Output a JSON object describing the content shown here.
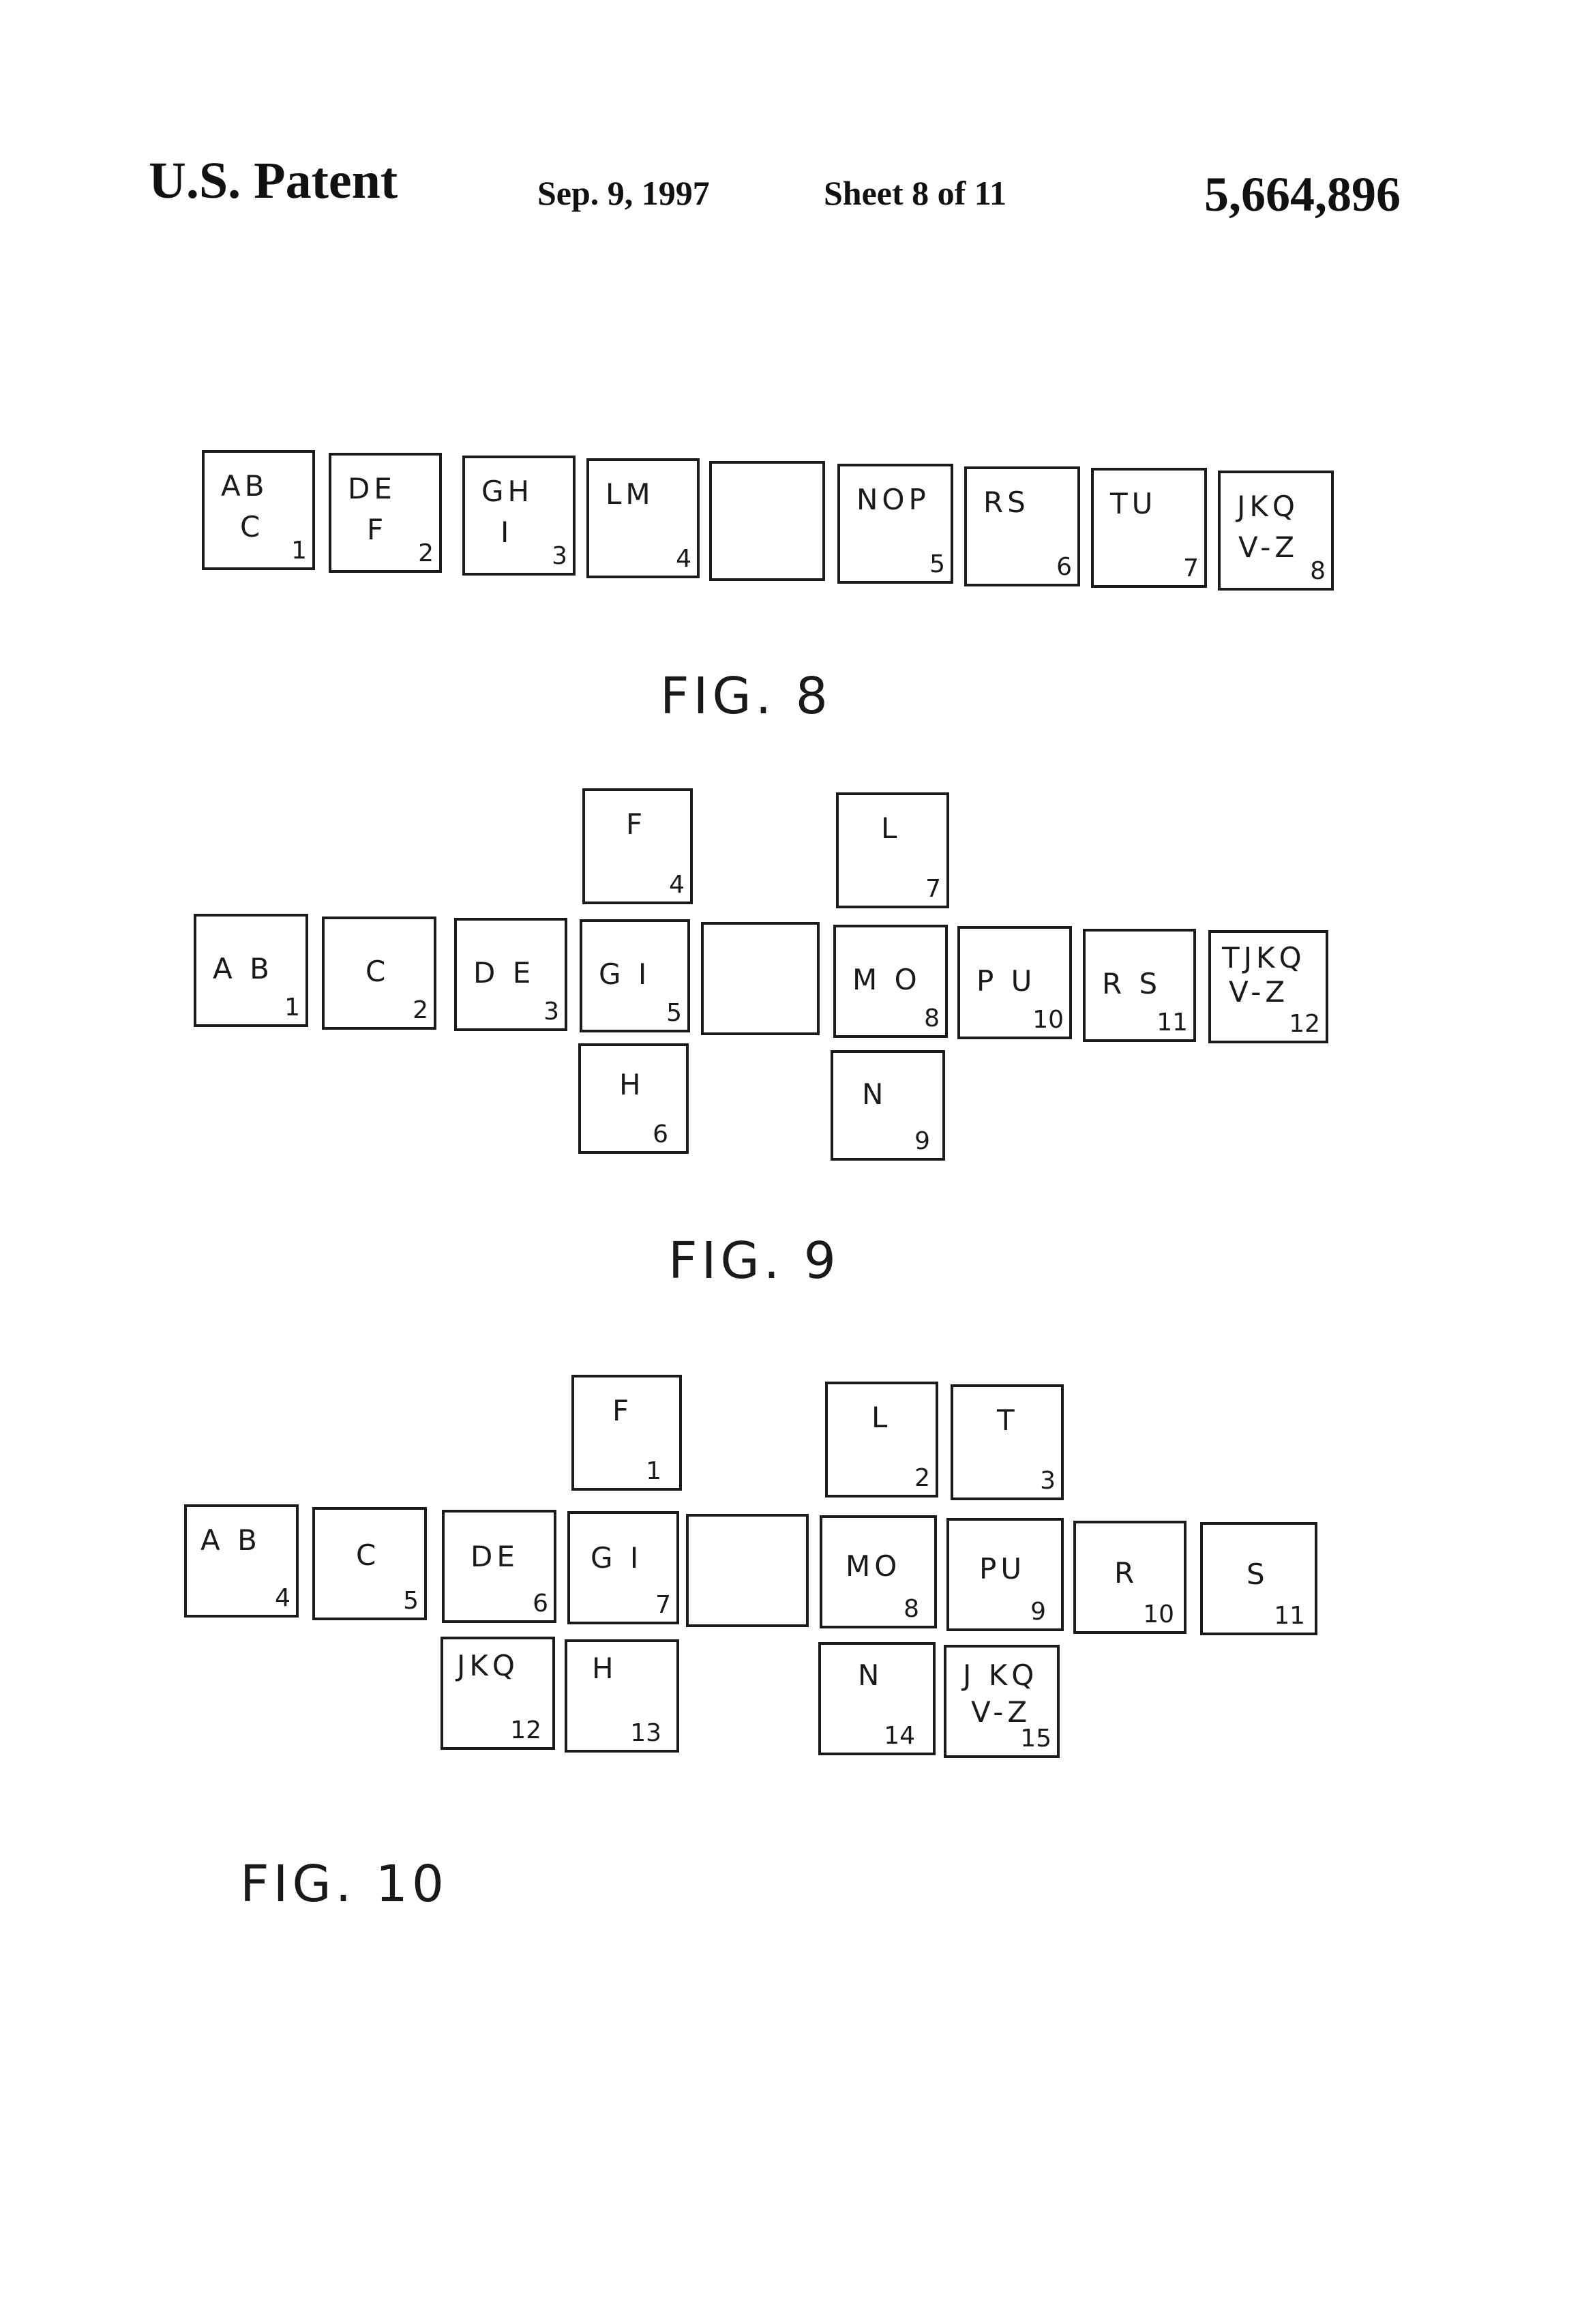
{
  "header": {
    "title": "U.S. Patent",
    "date": "Sep. 9, 1997",
    "sheet": "Sheet 8 of 11",
    "patent_number": "5,664,896"
  },
  "figures": [
    {
      "label": "FIG. 8",
      "keys": [
        {
          "l1": "AB",
          "l2": "C",
          "n": "1"
        },
        {
          "l1": "DE",
          "l2": "F",
          "n": "2"
        },
        {
          "l1": "GH",
          "l2": "I",
          "n": "3"
        },
        {
          "l1": "LM",
          "l2": "",
          "n": "4"
        },
        {
          "l1": "",
          "l2": "",
          "n": ""
        },
        {
          "l1": "NOP",
          "l2": "",
          "n": "5"
        },
        {
          "l1": "RS",
          "l2": "",
          "n": "6"
        },
        {
          "l1": "TU",
          "l2": "",
          "n": "7"
        },
        {
          "l1": "JKQ",
          "l2": "V-Z",
          "n": "8"
        }
      ]
    },
    {
      "label": "FIG. 9",
      "keys": [
        {
          "l1": "F",
          "l2": "",
          "n": "4"
        },
        {
          "l1": "L",
          "l2": "",
          "n": "7"
        },
        {
          "l1": "A B",
          "l2": "",
          "n": "1"
        },
        {
          "l1": "C",
          "l2": "",
          "n": "2"
        },
        {
          "l1": "D E",
          "l2": "",
          "n": "3"
        },
        {
          "l1": "G I",
          "l2": "",
          "n": "5"
        },
        {
          "l1": "",
          "l2": "",
          "n": ""
        },
        {
          "l1": "M O",
          "l2": "",
          "n": "8"
        },
        {
          "l1": "P U",
          "l2": "",
          "n": "10"
        },
        {
          "l1": "R S",
          "l2": "",
          "n": "11"
        },
        {
          "l1": "TJKQ",
          "l2": "V-Z",
          "n": "12"
        },
        {
          "l1": "H",
          "l2": "",
          "n": "6"
        },
        {
          "l1": "N",
          "l2": "",
          "n": "9"
        }
      ]
    },
    {
      "label": "FIG. 10",
      "keys": [
        {
          "l1": "F",
          "l2": "",
          "n": "1"
        },
        {
          "l1": "L",
          "l2": "",
          "n": "2"
        },
        {
          "l1": "T",
          "l2": "",
          "n": "3"
        },
        {
          "l1": "A B",
          "l2": "",
          "n": "4"
        },
        {
          "l1": "C",
          "l2": "",
          "n": "5"
        },
        {
          "l1": "DE",
          "l2": "",
          "n": "6"
        },
        {
          "l1": "G I",
          "l2": "",
          "n": "7"
        },
        {
          "l1": "",
          "l2": "",
          "n": ""
        },
        {
          "l1": "MO",
          "l2": "",
          "n": "8"
        },
        {
          "l1": "PU",
          "l2": "",
          "n": "9"
        },
        {
          "l1": "R",
          "l2": "",
          "n": "10"
        },
        {
          "l1": "S",
          "l2": "",
          "n": "11"
        },
        {
          "l1": "JKQ",
          "l2": "",
          "n": "12"
        },
        {
          "l1": "H",
          "l2": "",
          "n": "13"
        },
        {
          "l1": "N",
          "l2": "",
          "n": "14"
        },
        {
          "l1": "J KQ",
          "l2": "V-Z",
          "n": "15"
        }
      ]
    }
  ]
}
